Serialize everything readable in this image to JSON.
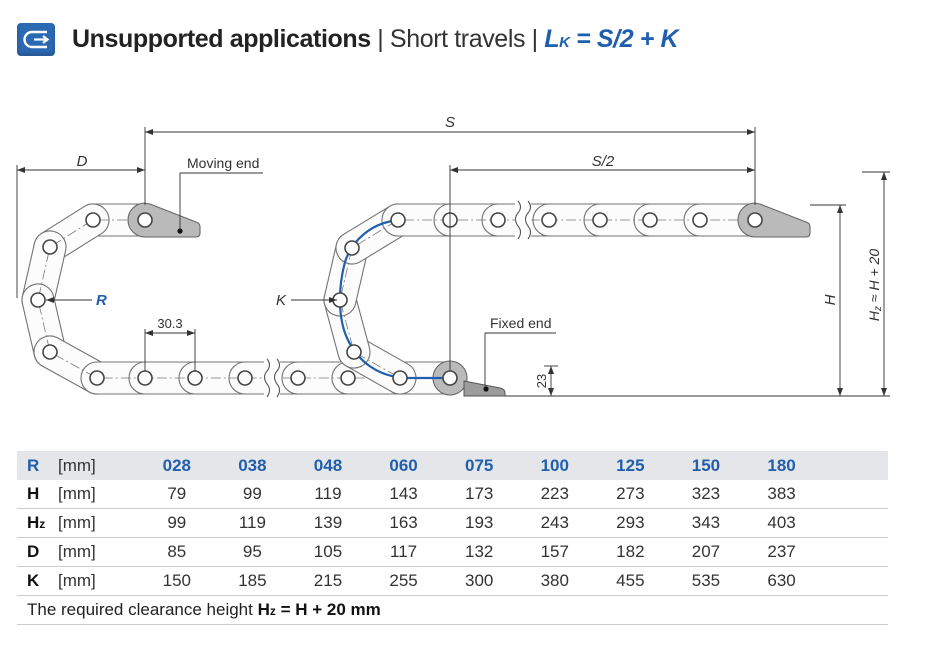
{
  "colors": {
    "accent": "#1f5fad",
    "icon": "#2c69b3",
    "header_bg": "#e5e6e9"
  },
  "header": {
    "icon": "chain-loop-icon",
    "title_bold": "Unsupported applications",
    "title_sep": " | Short travels | ",
    "formula": {
      "main": "L",
      "sub": "K",
      "rest": " = S/2 + K"
    }
  },
  "diagram": {
    "dim_s": "S",
    "dim_d": "D",
    "dim_s2": "S/2",
    "moving_end": "Moving end",
    "fixed_end": "Fixed end",
    "radius": "R",
    "loop": "K",
    "pitch": "30.3",
    "height_23": "23",
    "dim_h": "H",
    "dim_hz": {
      "main": "H",
      "sub": "z",
      "rest": " ≈ H + 20"
    }
  },
  "table": {
    "header": {
      "sym": "R",
      "unit": "[mm]",
      "values": [
        "028",
        "038",
        "048",
        "060",
        "075",
        "100",
        "125",
        "150",
        "180"
      ]
    },
    "rows": [
      {
        "sym": "H",
        "unit": "[mm]",
        "values": [
          "79",
          "99",
          "119",
          "143",
          "173",
          "223",
          "273",
          "323",
          "383"
        ]
      },
      {
        "sym": "H",
        "sub": "z",
        "unit": "[mm]",
        "values": [
          "99",
          "119",
          "139",
          "163",
          "193",
          "243",
          "293",
          "343",
          "403"
        ]
      },
      {
        "sym": "D",
        "unit": "[mm]",
        "values": [
          "85",
          "95",
          "105",
          "117",
          "132",
          "157",
          "182",
          "207",
          "237"
        ]
      },
      {
        "sym": "K",
        "unit": "[mm]",
        "values": [
          "150",
          "185",
          "215",
          "255",
          "300",
          "380",
          "455",
          "535",
          "630"
        ]
      }
    ],
    "note": {
      "text": "The required clearance height ",
      "bold_main": "H",
      "bold_sub": "z",
      "bold_rest": " = H + 20 mm"
    }
  }
}
